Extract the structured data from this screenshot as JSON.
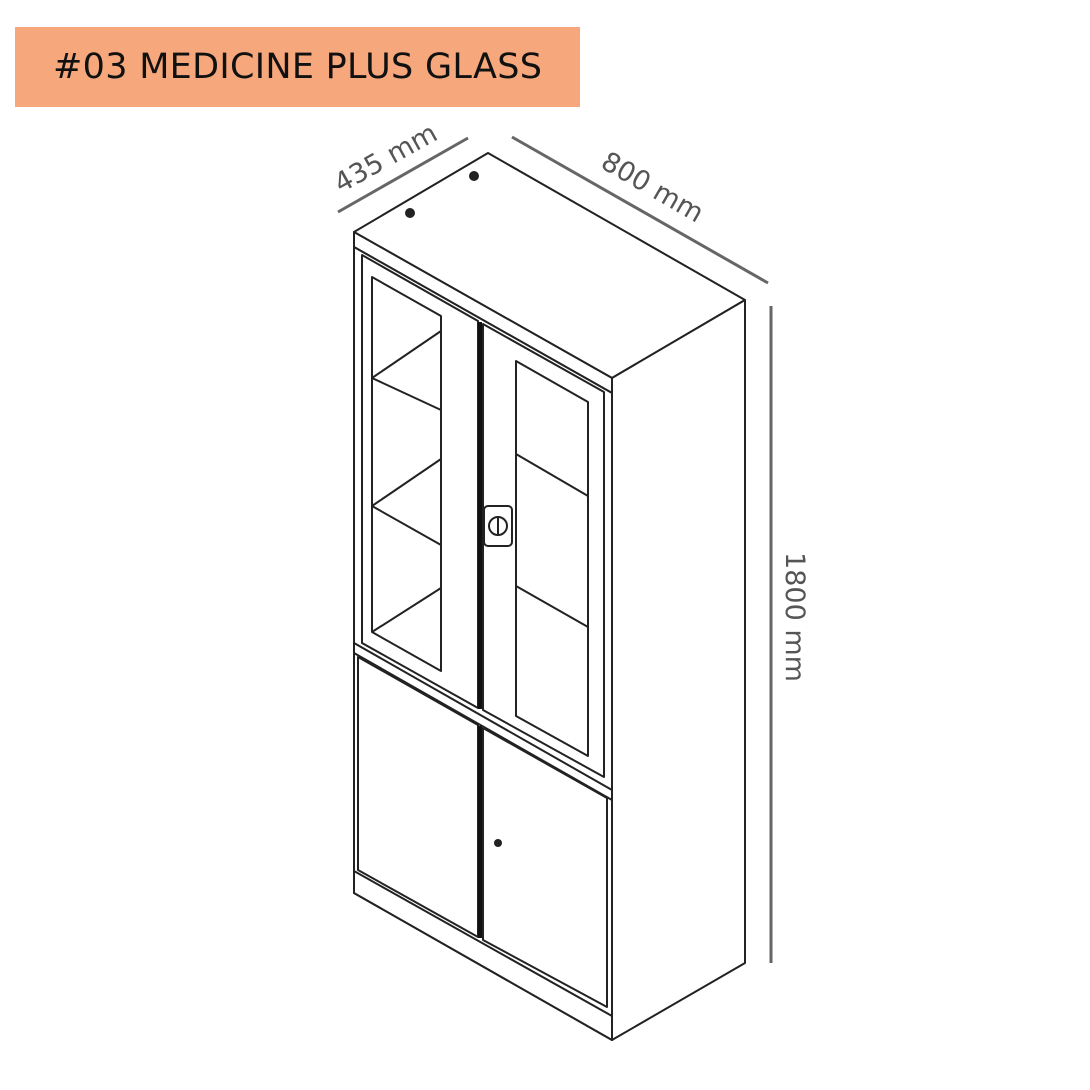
{
  "title": "#03 MEDICINE PLUS GLASS",
  "colors": {
    "banner": "#f6a87c",
    "line": "#222222",
    "dimension": "#666666"
  },
  "dimensions": {
    "depth": "435 mm",
    "width": "800 mm",
    "height": "1800 mm"
  }
}
